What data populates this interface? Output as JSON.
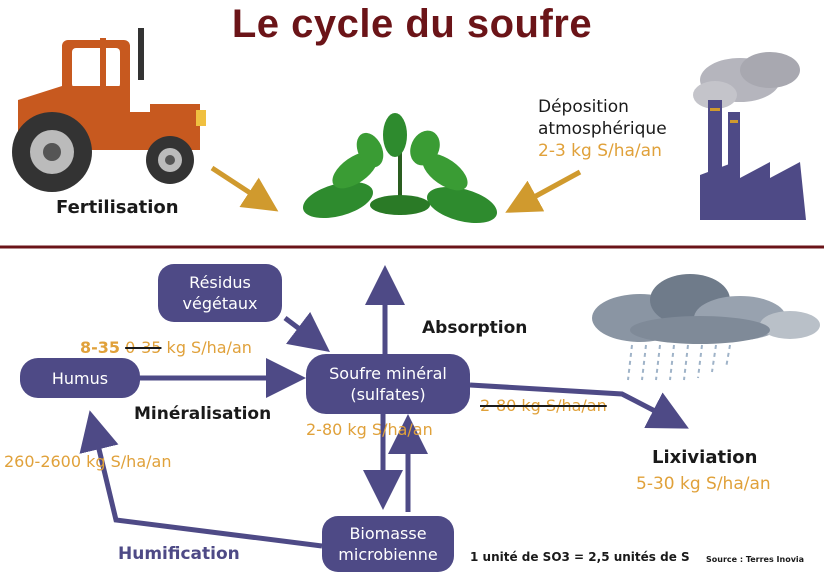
{
  "title": "Le cycle du soufre",
  "top": {
    "fertilisation": "Fertilisation",
    "deposition_line1": "Déposition",
    "deposition_line2": "atmosphérique",
    "deposition_value": "2-3 kg S/ha/an"
  },
  "nodes": {
    "residus_line1": "Résidus",
    "residus_line2": "végétaux",
    "humus": "Humus",
    "soufre_line1": "Soufre minéral",
    "soufre_line2": "(sulfates)",
    "biomasse_line1": "Biomasse",
    "biomasse_line2": "microbienne"
  },
  "labels": {
    "absorption": "Absorption",
    "mineralisation": "Minéralisation",
    "lixiviation": "Lixiviation",
    "humification": "Humification",
    "min_value_new": "8-35",
    "min_value_old": "0-35",
    "min_value_unit": "kg S/ha/an",
    "humus_value": "260-2600 kg S/ha/an",
    "soufre_value": "2-80 kg S/ha/an",
    "lix_old": "2-80 kg S/ha/an",
    "lix_value": "5-30 kg S/ha/an",
    "conversion": "1 unité de SO3 = 2,5 unités de S",
    "source": "Source : Terres Inovia"
  },
  "colors": {
    "title": "#6b1418",
    "node_fill": "#4e4a86",
    "arrow_purple": "#4e4a86",
    "arrow_gold": "#d09a2e",
    "value_gold": "#e0a13a",
    "divider": "#6b1418"
  },
  "icons": [
    "tractor-icon",
    "plant-icon",
    "factory-icon",
    "rain-cloud-icon"
  ]
}
